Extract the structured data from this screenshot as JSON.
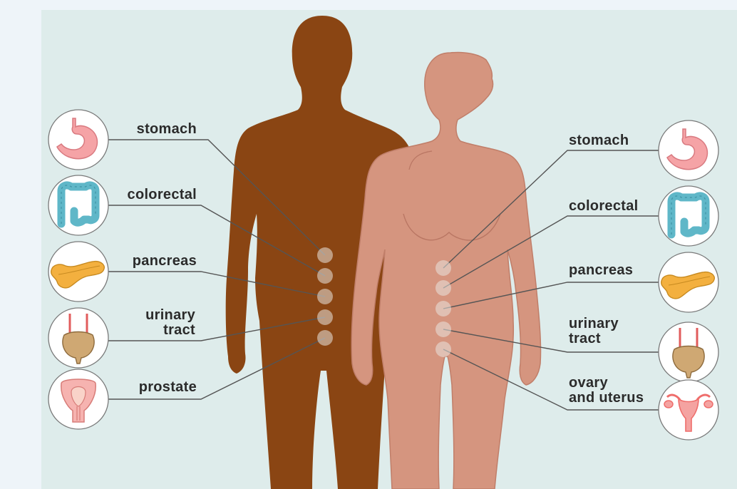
{
  "male_labels": [
    {
      "lines": [
        "stomach"
      ],
      "icon": "stomach-icon"
    },
    {
      "lines": [
        "colorectal"
      ],
      "icon": "colon-icon"
    },
    {
      "lines": [
        "pancreas"
      ],
      "icon": "pancreas-icon"
    },
    {
      "lines": [
        "urinary",
        "tract"
      ],
      "icon": "bladder-icon"
    },
    {
      "lines": [
        "prostate"
      ],
      "icon": "prostate-icon"
    }
  ],
  "female_labels": [
    {
      "lines": [
        "stomach"
      ],
      "icon": "stomach-icon"
    },
    {
      "lines": [
        "colorectal"
      ],
      "icon": "colon-icon"
    },
    {
      "lines": [
        "pancreas"
      ],
      "icon": "pancreas-icon"
    },
    {
      "lines": [
        "urinary",
        "tract"
      ],
      "icon": "bladder-icon"
    },
    {
      "lines": [
        "ovary",
        "and uterus"
      ],
      "icon": "uterus-icon"
    }
  ],
  "colors": {
    "panel_bg": "#deeceb",
    "male_body": "#8a4513",
    "female_body": "#d5957f",
    "female_outline": "#c07e69",
    "stomach": "#f5a3a6",
    "colon": "#5fb7c8",
    "pancreas": "#f3b03f",
    "bladder": "#cfa873",
    "uterus": "#ef6d6b"
  }
}
